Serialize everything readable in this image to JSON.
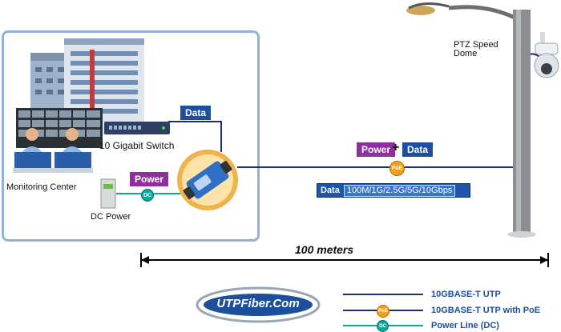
{
  "labels": {
    "camera": "PTZ Speed Dome",
    "switch": "10 Gigabit Switch",
    "monitoring": "Monitoring Center",
    "dc_power": "DC Power",
    "distance": "100 meters"
  },
  "tags": {
    "data_top": "Data",
    "power_left": "Power",
    "power_mid": "Power",
    "plus": "+",
    "data_mid": "Data",
    "speed_key": "Data",
    "speed_value": "100M/1G/2.5G/5G/10Gbps"
  },
  "badges": {
    "poe": "PoE",
    "dc": "DC"
  },
  "logo": {
    "text": "UTPFiber.Com"
  },
  "legend": {
    "items": [
      {
        "label": "10GBASE-T UTP",
        "marker": ""
      },
      {
        "label": "10GBASE-T UTP with PoE",
        "marker": "PoE"
      },
      {
        "label": "Power Line (DC)",
        "marker": "DC"
      }
    ]
  },
  "colors": {
    "utp_line": "#1c2e7a",
    "power_line": "#0aa89c",
    "poe_badge": "#f0a020",
    "data_tag": "#1c4fa0",
    "power_tag": "#8e2f9e",
    "frame": "#8fb3d9"
  }
}
